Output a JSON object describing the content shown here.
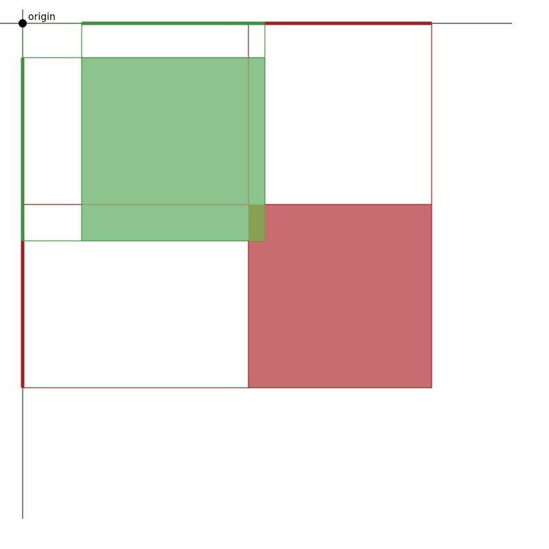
{
  "diagram": {
    "origin_label": "origin",
    "colors": {
      "axis": "#333333",
      "origin_dot": "#000000",
      "green": "#3f8f3f",
      "green_fill": "#8bc38b",
      "red": "#9f1f24",
      "red_fill": "#c86c70",
      "overlap_fill": "#8aa055"
    },
    "rectangles": [
      {
        "name": "red-rect",
        "color_key": "red",
        "fill_key": "red_fill",
        "filled_quadrant": "bottom-right"
      },
      {
        "name": "green-rect",
        "color_key": "green",
        "fill_key": "green_fill",
        "filled_quadrant": "bottom-right"
      }
    ]
  }
}
